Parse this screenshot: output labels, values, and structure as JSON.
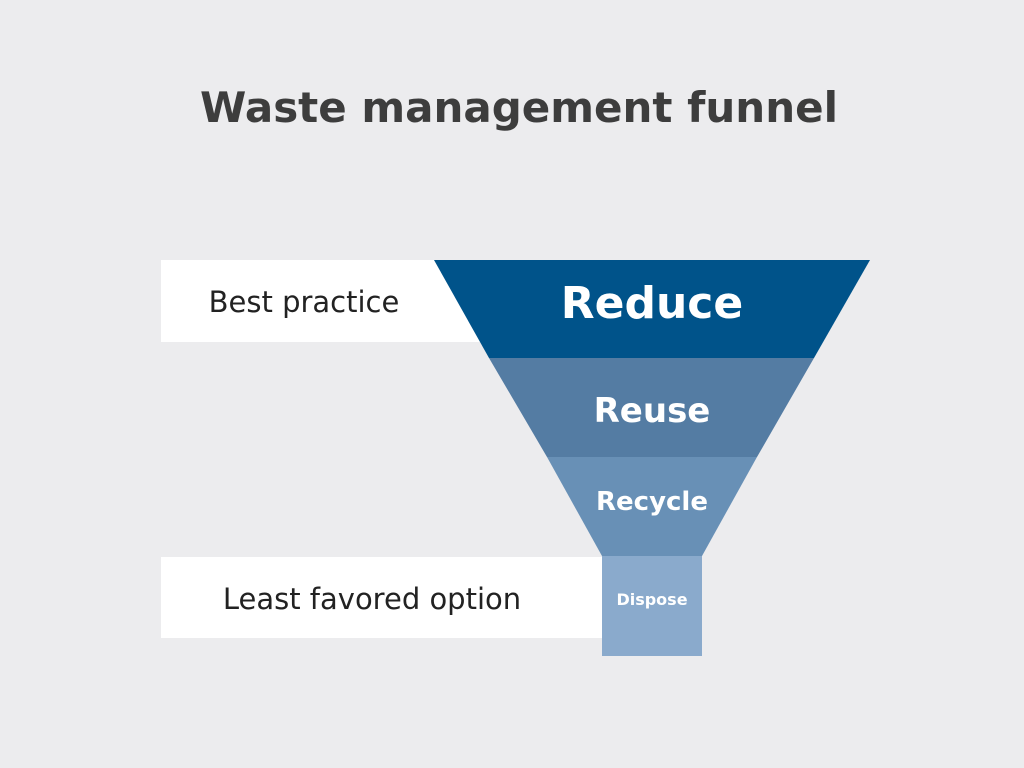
{
  "title": "Waste management funnel",
  "labels": {
    "top": "Best practice",
    "bottom": "Least favored option"
  },
  "stages": [
    {
      "name": "Reduce",
      "color": "#00538a"
    },
    {
      "name": "Reuse",
      "color": "#547ca3"
    },
    {
      "name": "Recycle",
      "color": "#6890b6"
    },
    {
      "name": "Dispose",
      "color": "#8aaacc"
    }
  ]
}
